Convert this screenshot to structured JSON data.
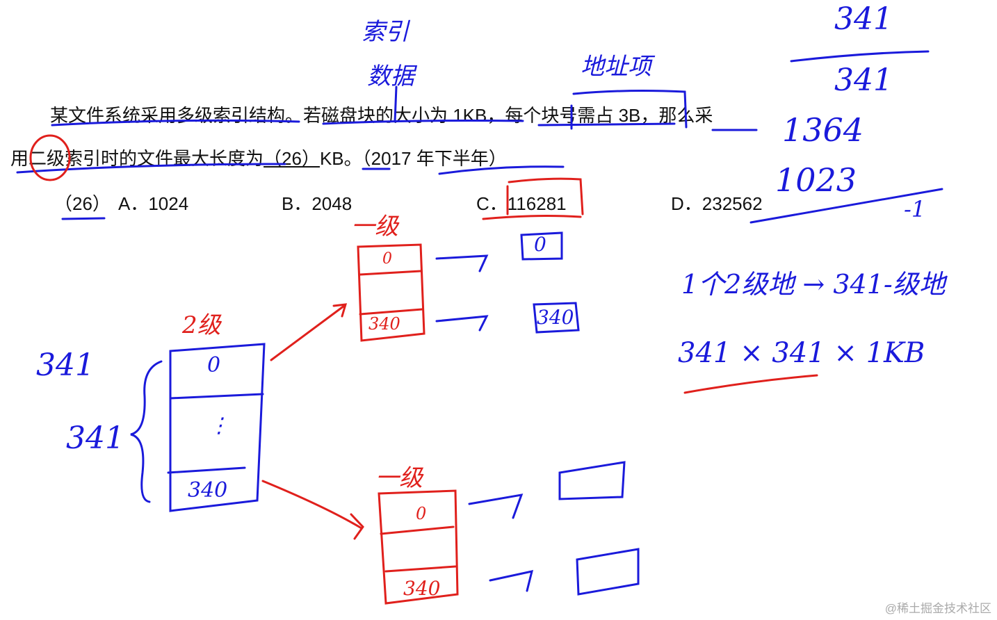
{
  "question": {
    "line1": "某文件系统采用多级索引结构。若磁盘块的大小为 1KB，每个块号需占 3B，那么采",
    "line2_prefix": "用",
    "line2_circled": "二级",
    "line2_rest": "索引时的文件最大长度为",
    "blank": "（26）",
    "unit": "KB。",
    "source": "（2017 年下半年）"
  },
  "options": {
    "number": "（26）",
    "a": "A．1024",
    "b": "B．2048",
    "c_label": "C．",
    "c_value": "116281",
    "d": "D．232562"
  },
  "annotations": {
    "index": "索引",
    "data": "数据",
    "address_item": "地址项",
    "calc_top": "341",
    "calc_2": "341",
    "calc_3": "1364",
    "calc_4": "1023",
    "calc_minus": "-1",
    "note1": "1个2级地 → 341-级地",
    "note2": "341 × 341 × 1KB",
    "left_341_a": "341",
    "left_341_b": "341",
    "level2": "2级",
    "level1_top": "一级",
    "level1_bottom": "一级",
    "cell_0": "0",
    "cell_340": "340",
    "dots": "⋮"
  },
  "colors": {
    "pen_blue": "#1a1adb",
    "pen_red": "#e0201c"
  },
  "watermark": "@稀土掘金技术社区"
}
